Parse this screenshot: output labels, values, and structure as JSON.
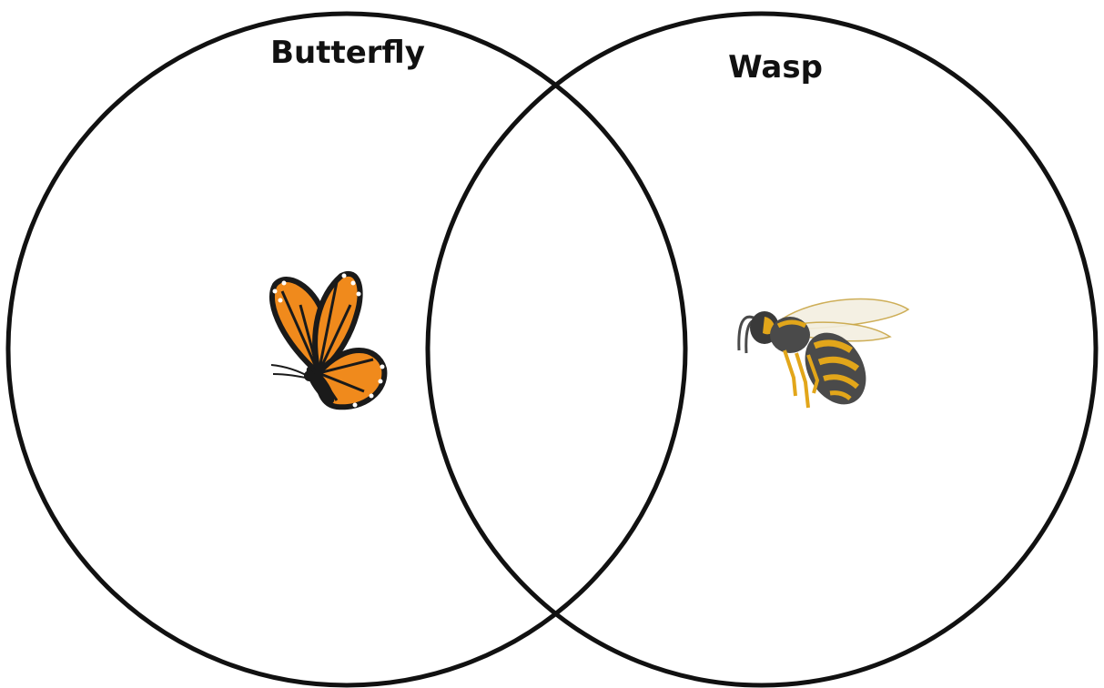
{
  "venn": {
    "left_set": {
      "label": "Butterfly",
      "illustration": "monarch-butterfly"
    },
    "right_set": {
      "label": "Wasp",
      "illustration": "wasp"
    },
    "overlap": {
      "content": ""
    }
  },
  "colors": {
    "outline": "#111111",
    "background": "#ffffff",
    "butterfly_orange": "#f08a1c",
    "butterfly_black": "#1a1a1a",
    "wasp_yellow": "#e2a61a",
    "wasp_dark": "#4a4a4a"
  }
}
